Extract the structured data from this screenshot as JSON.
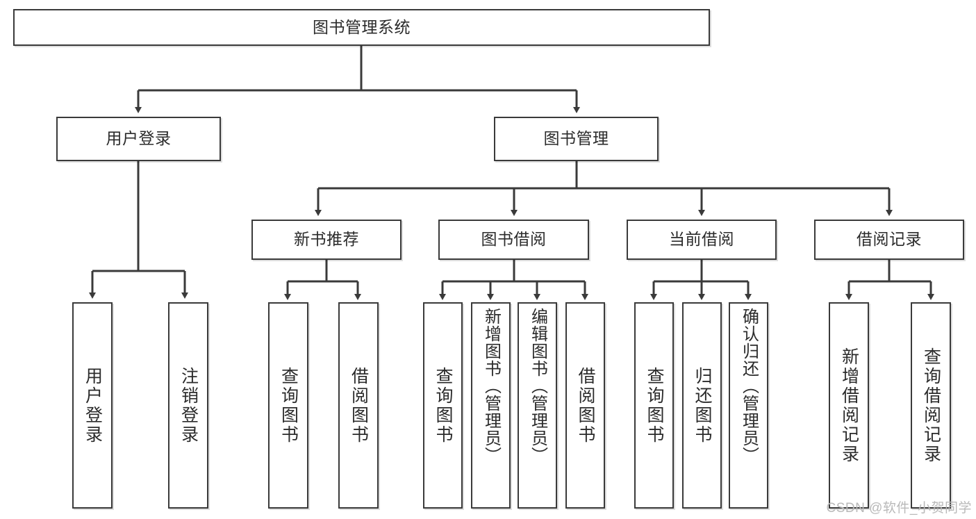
{
  "diagram": {
    "title": "图书管理系统",
    "type": "tree",
    "root": {
      "label": "图书管理系统"
    },
    "level2": [
      {
        "label": "用户登录"
      },
      {
        "label": "图书管理"
      }
    ],
    "level3": [
      {
        "label": "新书推荐"
      },
      {
        "label": "图书借阅"
      },
      {
        "label": "当前借阅"
      },
      {
        "label": "借阅记录"
      }
    ],
    "leaves": {
      "user_login": [
        {
          "label": "用户登录"
        },
        {
          "label": "注销登录"
        }
      ],
      "new_book_recommend": [
        {
          "label": "查询图书"
        },
        {
          "label": "借阅图书"
        }
      ],
      "book_borrow": [
        {
          "label": "查询图书"
        },
        {
          "label": "新增图书（管理员）"
        },
        {
          "label": "编辑图书（管理员）"
        },
        {
          "label": "借阅图书"
        }
      ],
      "current_borrow": [
        {
          "label": "查询图书"
        },
        {
          "label": "归还图书"
        },
        {
          "label": "确认归还（管理员）"
        }
      ],
      "borrow_record": [
        {
          "label": "新增借阅记录"
        },
        {
          "label": "查询借阅记录"
        }
      ]
    }
  },
  "watermark": {
    "text": "CSDN @软件_小贺同学"
  },
  "colors": {
    "stroke": "#3a3a3a",
    "background": "#ffffff",
    "text": "#2b2b2b",
    "watermark": "#b9b9b9"
  }
}
